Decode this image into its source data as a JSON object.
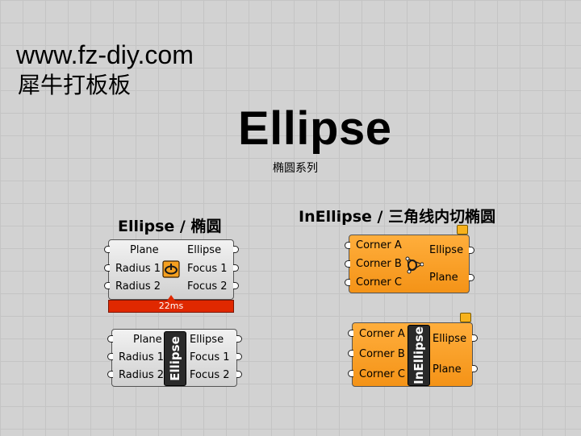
{
  "watermark": {
    "url": "www.fz-diy.com",
    "cn": "犀牛打板板"
  },
  "title": {
    "main": "Ellipse",
    "sub": "椭圆系列"
  },
  "sections": {
    "left": "Ellipse / 椭圆",
    "right": "InEllipse / 三角线内切椭圆"
  },
  "nodes": {
    "ellipse_icon": {
      "inputs": [
        "Plane",
        "Radius 1",
        "Radius 2"
      ],
      "outputs": [
        "Ellipse",
        "Focus 1",
        "Focus 2"
      ],
      "timing": "22ms"
    },
    "ellipse_text": {
      "inputs": [
        "Plane",
        "Radius 1",
        "Radius 2"
      ],
      "outputs": [
        "Ellipse",
        "Focus 1",
        "Focus 2"
      ],
      "label": "Ellipse"
    },
    "inellipse_icon": {
      "inputs": [
        "Corner A",
        "Corner B",
        "Corner C"
      ],
      "outputs": [
        "Ellipse",
        "Plane"
      ]
    },
    "inellipse_text": {
      "inputs": [
        "Corner A",
        "Corner B",
        "Corner C"
      ],
      "outputs": [
        "Ellipse",
        "Plane"
      ],
      "label": "InEllipse"
    }
  },
  "colors": {
    "node_grey": "#e0e0e0",
    "node_orange": "#f7a02a",
    "timing_red": "#e02800",
    "flag_yellow": "#f7b21c"
  },
  "icons": {
    "ellipse_component": "ellipse-icon",
    "inellipse_component": "inellipse-icon",
    "message_flag": "warning-flag-icon"
  }
}
